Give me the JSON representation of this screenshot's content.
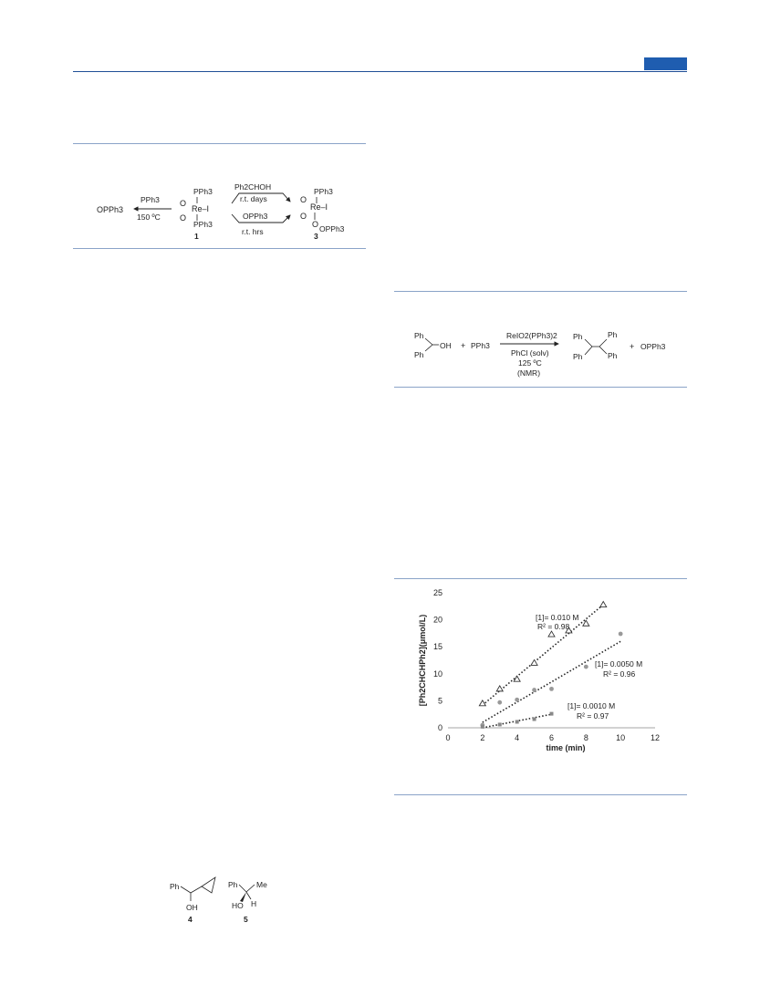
{
  "header": {
    "tab_color": "#1f5db0",
    "rule_color": "#1f4e96"
  },
  "scheme1": {
    "left_product": "OPPh3",
    "left_reagent": "PPh3",
    "left_condition": "150 ºC",
    "complex1_top": "PPh3",
    "complex1_center": "Re–I",
    "complex1_bottom": "PPh3",
    "complex1_label": "1",
    "upper_reagent": "Ph2CHOH",
    "upper_condition": "r.t. days",
    "lower_reagent": "OPPh3",
    "lower_condition": "r.t. hrs",
    "complex3_top": "PPh3",
    "complex3_center": "Re–I",
    "complex3_bottom": "OPPh3",
    "complex3_label": "3"
  },
  "scheme2": {
    "reactant_ph_top": "Ph",
    "reactant_oh": "OH",
    "reactant_ph_bottom": "Ph",
    "plus1": "+",
    "reagent": "PPh3",
    "catalyst": "ReIO2(PPh3)2",
    "solvent": "PhCl (solv)",
    "temperature": "125 ºC",
    "method": "(NMR)",
    "product_ph": [
      "Ph",
      "Ph",
      "Ph",
      "Ph"
    ],
    "plus2": "+",
    "byproduct": "OPPh3"
  },
  "chart_data": {
    "type": "scatter",
    "xlabel": "time (min)",
    "ylabel": "[Ph2CHCHPh2](μmol/L)",
    "xlim": [
      0,
      12
    ],
    "ylim": [
      0,
      25
    ],
    "xticks": [
      0,
      2,
      4,
      6,
      8,
      10,
      12
    ],
    "yticks": [
      0,
      5,
      10,
      15,
      20,
      25
    ],
    "grid": false,
    "series": [
      {
        "name": "[1]= 0.010 M",
        "r2": "R² = 0.98",
        "marker": "triangle",
        "x": [
          2,
          3,
          4,
          5,
          6,
          7,
          8,
          9
        ],
        "y": [
          4.5,
          7.2,
          9.0,
          12.0,
          17.3,
          18.0,
          19.3,
          22.8
        ],
        "fit": [
          [
            2,
            4.2
          ],
          [
            9,
            22.8
          ]
        ]
      },
      {
        "name": "[1]= 0.0050 M",
        "r2": "R² = 0.96",
        "marker": "circle",
        "x": [
          2,
          3,
          4,
          5,
          6,
          8,
          10
        ],
        "y": [
          0.5,
          4.7,
          5.2,
          7.0,
          7.2,
          11.3,
          17.4
        ],
        "fit": [
          [
            2,
            1.0
          ],
          [
            10,
            16.0
          ]
        ]
      },
      {
        "name": "[1]= 0.0010 M",
        "r2": "R² = 0.97",
        "marker": "square",
        "x": [
          2,
          3,
          4,
          5,
          6
        ],
        "y": [
          0.2,
          0.6,
          1.1,
          1.6,
          2.6
        ],
        "fit": [
          [
            2,
            0.0
          ],
          [
            6,
            2.5
          ]
        ]
      }
    ]
  },
  "compounds": {
    "c4_ph": "Ph",
    "c4_oh": "OH",
    "c4_label": "4",
    "c5_ph": "Ph",
    "c5_me": "Me",
    "c5_ho": "HO",
    "c5_h": "H",
    "c5_label": "5"
  }
}
